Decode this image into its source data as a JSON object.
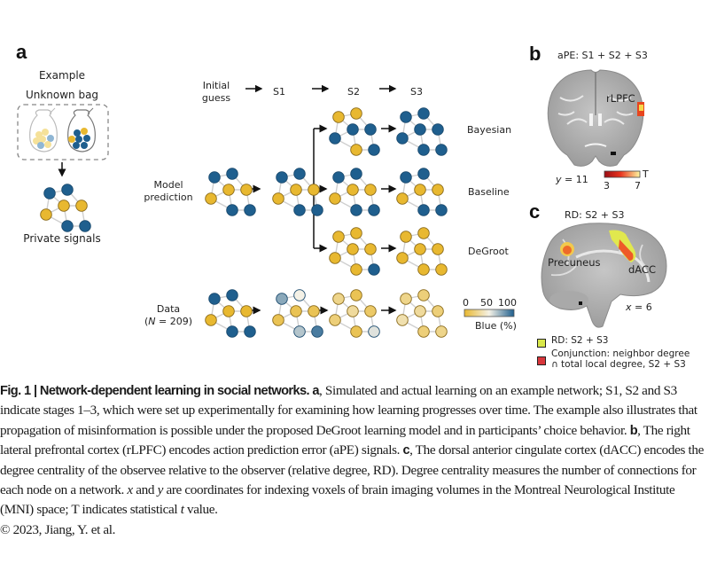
{
  "panel_a": {
    "letter": "a",
    "example_title": "Example",
    "unknown_bag_label": "Unknown bag",
    "private_signals_label": "Private signals",
    "stage_headers": [
      "Initial\nguess",
      "S1",
      "S2",
      "S3"
    ],
    "stage_initial_line1": "Initial",
    "stage_initial_line2": "guess",
    "stage_s1": "S1",
    "stage_s2": "S2",
    "stage_s3": "S3",
    "row_model_line1": "Model",
    "row_model_line2": "prediction",
    "row_data_line1": "Data",
    "row_data_n": "N",
    "row_data_line2_rest": " = 209)",
    "model_labels": {
      "bayesian": "Bayesian",
      "baseline": "Baseline",
      "degroot": "DeGroot"
    },
    "colorbar": {
      "ticks": [
        "0",
        "50",
        "100"
      ],
      "label": "Blue (%)",
      "low_color": "#e8b830",
      "mid_color": "#f4f1e6",
      "high_color": "#1f5f8e"
    },
    "networks_blue_percent": {
      "private_signals": [
        100,
        100,
        0,
        0,
        0,
        100,
        100
      ],
      "model_initial": [
        100,
        100,
        0,
        0,
        0,
        100,
        100
      ],
      "model_s1": [
        100,
        100,
        0,
        0,
        0,
        100,
        100
      ],
      "bayesian_s2": [
        0,
        0,
        100,
        100,
        100,
        0,
        100
      ],
      "bayesian_s3": [
        100,
        100,
        100,
        100,
        100,
        100,
        100
      ],
      "baseline_s2": [
        100,
        100,
        0,
        0,
        0,
        100,
        100
      ],
      "baseline_s3": [
        100,
        100,
        0,
        0,
        0,
        100,
        100
      ],
      "degroot_s2": [
        0,
        0,
        0,
        0,
        0,
        0,
        100
      ],
      "degroot_s3": [
        0,
        0,
        0,
        0,
        0,
        0,
        0
      ],
      "data_initial": [
        100,
        100,
        0,
        0,
        0,
        100,
        100
      ],
      "data_s1": [
        75,
        50,
        10,
        10,
        10,
        65,
        90
      ],
      "data_s2": [
        25,
        10,
        30,
        15,
        20,
        10,
        55
      ],
      "data_s3": [
        25,
        20,
        30,
        20,
        35,
        20,
        25
      ]
    }
  },
  "panel_b": {
    "letter": "b",
    "title": "aPE: S1 + S2 + S3",
    "region_label": "rLPFC",
    "coord_var": "y",
    "coord_rest": " = 11",
    "colorbar": {
      "min": "3",
      "max": "7",
      "label": "T"
    }
  },
  "panel_c": {
    "letter": "c",
    "title": "RD: S2 + S3",
    "region_precuneus": "Precuneus",
    "region_dacc": "dACC",
    "coord_var": "x",
    "coord_rest": " = 6",
    "legend": [
      {
        "label": "RD: S2 + S3",
        "color": "#d9e84a"
      },
      {
        "label_line1": "Conjunction: neighbor degree",
        "label_line2": "∩ total local degree, S2 + S3",
        "color": "#d8363b"
      }
    ]
  },
  "caption": {
    "fig_label": "Fig. 1 | Network-dependent learning in social networks.",
    "a_letter": "a",
    "a_text": ", Simulated and actual learning on an example network; S1, S2 and S3 indicate stages 1–3, which were set up experimentally for examining how learning progresses over time. The example also illustrates that propagation of misinformation is possible under the proposed DeGroot learning model and in participants’ choice behavior. ",
    "b_letter": "b",
    "b_text": ", The right lateral prefrontal cortex (rLPFC) encodes action prediction error (aPE) signals. ",
    "c_letter": "c",
    "c_text": ", The dorsal anterior cingulate cortex (dACC) encodes the degree centrality of the observee relative to the observer (relative degree, RD). Degree centrality measures the number of connections for each node on a network. ",
    "x_var": "x",
    "and_text": " and ",
    "y_var": "y",
    "coord_text": " are coordinates for indexing voxels of brain imaging volumes in the Montreal Neurological Institute (MNI) space; T indicates statistical ",
    "t_var": "t",
    "value_text": " value.",
    "copyright": "© 2023, Jiang, Y. et al."
  }
}
